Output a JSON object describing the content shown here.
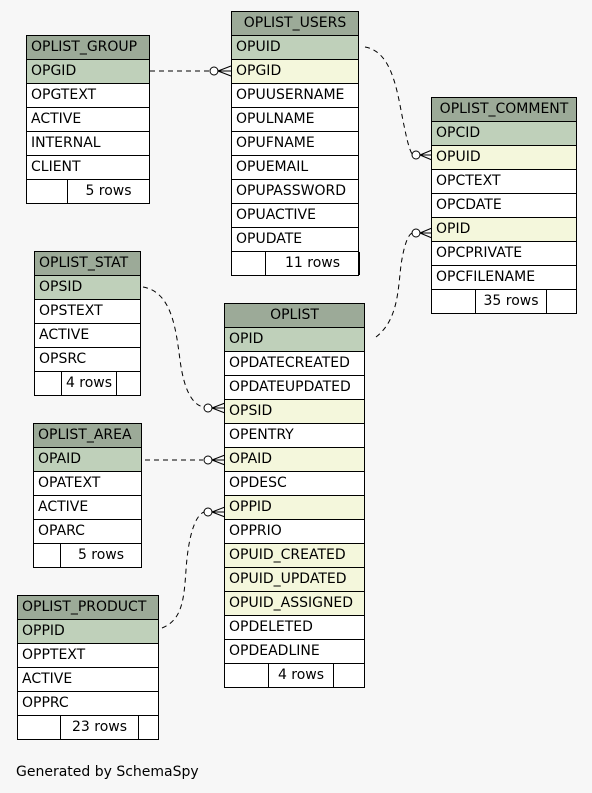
{
  "tables": {
    "group": {
      "name": "OPLIST_GROUP",
      "columns": [
        "OPGID",
        "OPGTEXT",
        "ACTIVE",
        "INTERNAL",
        "CLIENT"
      ],
      "rows_label": "5 rows"
    },
    "users": {
      "name": "OPLIST_USERS",
      "columns": [
        "OPUID",
        "OPGID",
        "OPUUSERNAME",
        "OPULNAME",
        "OPUFNAME",
        "OPUEMAIL",
        "OPUPASSWORD",
        "OPUACTIVE",
        "OPUDATE"
      ],
      "rows_label": "11 rows"
    },
    "comment": {
      "name": "OPLIST_COMMENT",
      "columns": [
        "OPCID",
        "OPUID",
        "OPCTEXT",
        "OPCDATE",
        "OPID",
        "OPCPRIVATE",
        "OPCFILENAME"
      ],
      "rows_label": "35 rows"
    },
    "stat": {
      "name": "OPLIST_STAT",
      "columns": [
        "OPSID",
        "OPSTEXT",
        "ACTIVE",
        "OPSRC"
      ],
      "rows_label": "4 rows"
    },
    "oplist": {
      "name": "OPLIST",
      "columns": [
        "OPID",
        "OPDATECREATED",
        "OPDATEUPDATED",
        "OPSID",
        "OPENTRY",
        "OPAID",
        "OPDESC",
        "OPPID",
        "OPPRIO",
        "OPUID_CREATED",
        "OPUID_UPDATED",
        "OPUID_ASSIGNED",
        "OPDELETED",
        "OPDEADLINE"
      ],
      "rows_label": "4 rows"
    },
    "area": {
      "name": "OPLIST_AREA",
      "columns": [
        "OPAID",
        "OPATEXT",
        "ACTIVE",
        "OPARC"
      ],
      "rows_label": "5 rows"
    },
    "product": {
      "name": "OPLIST_PRODUCT",
      "columns": [
        "OPPID",
        "OPPTEXT",
        "ACTIVE",
        "OPPRC"
      ],
      "rows_label": "23 rows"
    }
  },
  "footer": "Generated by SchemaSpy",
  "colors": {
    "header": "#9caa98",
    "primary_key": "#bfd0ba",
    "foreign_key": "#f4f7dc"
  }
}
